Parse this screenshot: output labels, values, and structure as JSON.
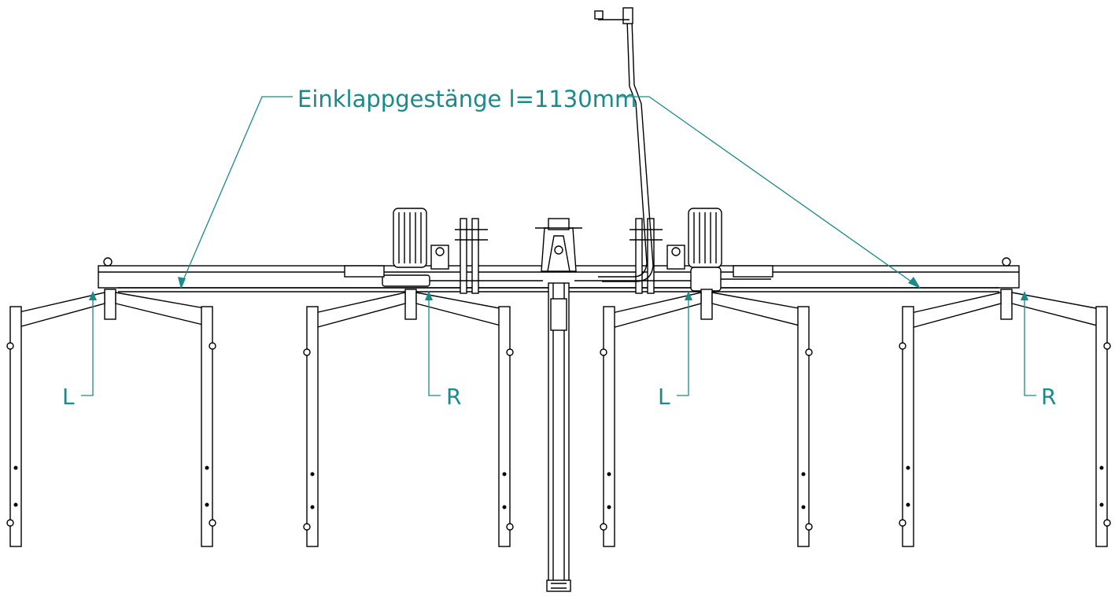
{
  "annotations": {
    "main_label": "Einklappgestänge l=1130mm",
    "marker_1": "L",
    "marker_2": "R",
    "marker_3": "L",
    "marker_4": "R"
  },
  "colors": {
    "annotation": "#1b8a8a",
    "drawing": "#000000",
    "background": "#ffffff"
  }
}
